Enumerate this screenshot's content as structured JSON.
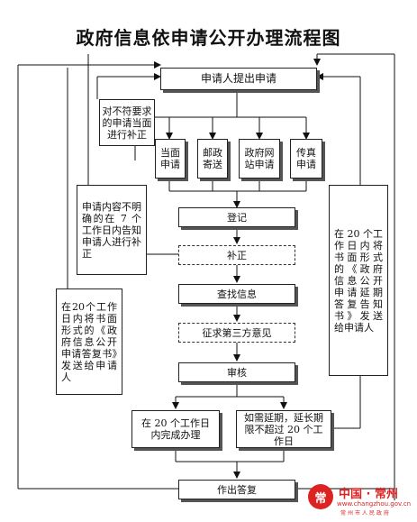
{
  "title": "政府信息依申请公开办理流程图",
  "nodes": {
    "apply": "申请人提出申请",
    "left_correction": "对不符要求的申请当面进行补正",
    "channel_in_person": "当面申请",
    "channel_mail": "邮政寄送",
    "channel_online": "政府网站申请",
    "channel_fax": "传真申请",
    "register": "登记",
    "correction": "补正",
    "search": "查找信息",
    "third_party": "征求第三方意见",
    "review": "审核",
    "complete_20": "在 20 个工作日内完成办理",
    "extension": "如需延期，延长期限不超过 20 个工作日",
    "reply": "作出答复"
  },
  "notes": {
    "unclear_request": "申请内容不明确的在 7 个工作日内告知申请人进行补正",
    "reply_written": "在20个工作日内将书面形式的《政府信息公开申请答复书》发送给申请人",
    "extension_written": "在 20 个工作日内将书面形式的《政府信息公开申请延期答复告知书》发送给申请人"
  },
  "logo": {
    "badge": "常",
    "name": "中国 · 常州",
    "url": "www.changzhou.gov.cn",
    "sub": "常州市人民政府"
  }
}
